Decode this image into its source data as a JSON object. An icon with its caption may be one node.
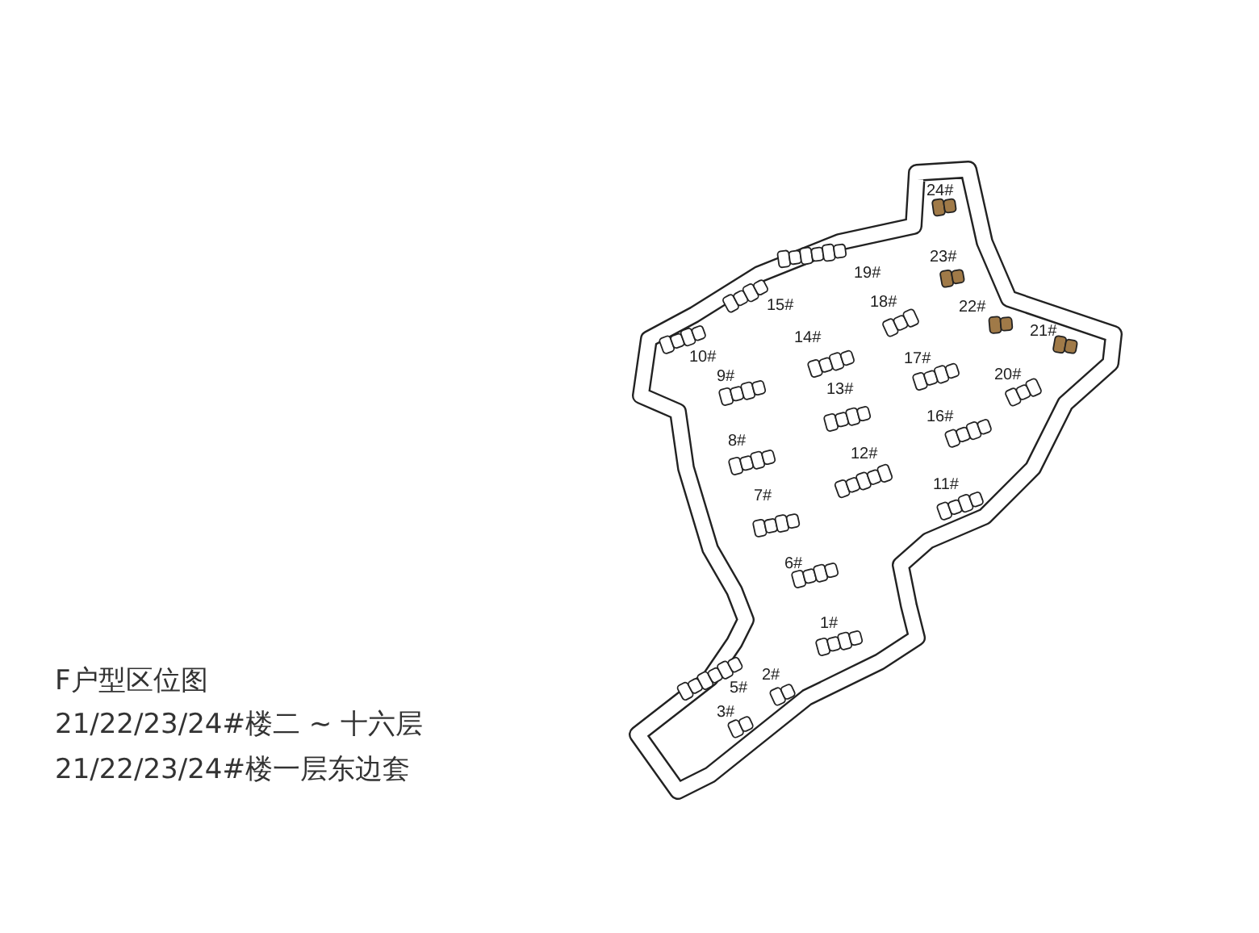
{
  "diagram": {
    "title": "F户型区位图",
    "labels": [
      "21/22/23/24#楼二 ~ 十六层",
      "21/22/23/24#楼一层东边套",
      "24#",
      "23#",
      "19#",
      "15#",
      "18#",
      "22#",
      "21#",
      "14#",
      "10#",
      "17#",
      "9#",
      "13#",
      "20#",
      "16#",
      "8#",
      "12#",
      "11#",
      "7#",
      "6#",
      "1#",
      "2#",
      "5#",
      "3#"
    ]
  }
}
